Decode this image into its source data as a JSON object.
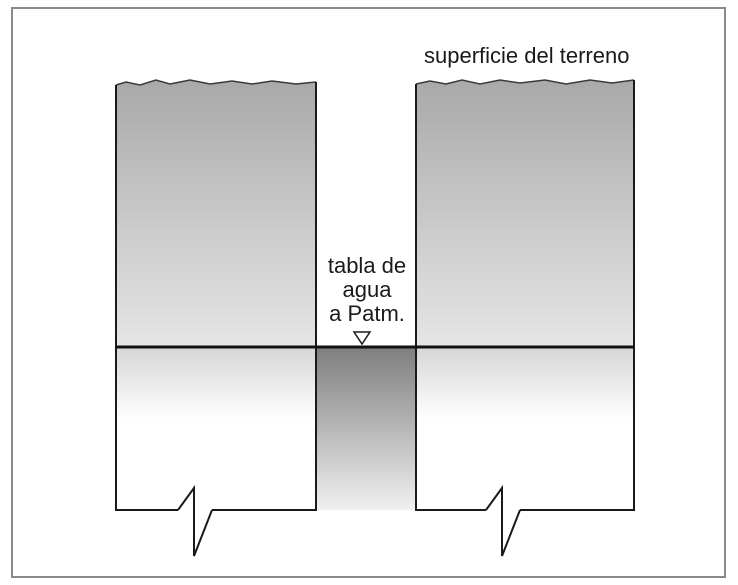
{
  "labels": {
    "ground_surface": "superficie del terreno",
    "water_table_line1": "tabla de",
    "water_table_line2": "agua",
    "water_table_line3": "a Patm."
  },
  "colors": {
    "frame_border": "#8a8a8a",
    "outline": "#1a1a1a",
    "soil_top": "#a9a9a9",
    "soil_mid": "#e6e6e6",
    "soil_bottom": "#ffffff",
    "water_column_top": "#7e7e7e",
    "water_column_bottom": "#f0f0f0"
  },
  "icons": {
    "water_table_marker": "inverted-triangle-icon",
    "break_marker": "zigzag-break-icon"
  }
}
